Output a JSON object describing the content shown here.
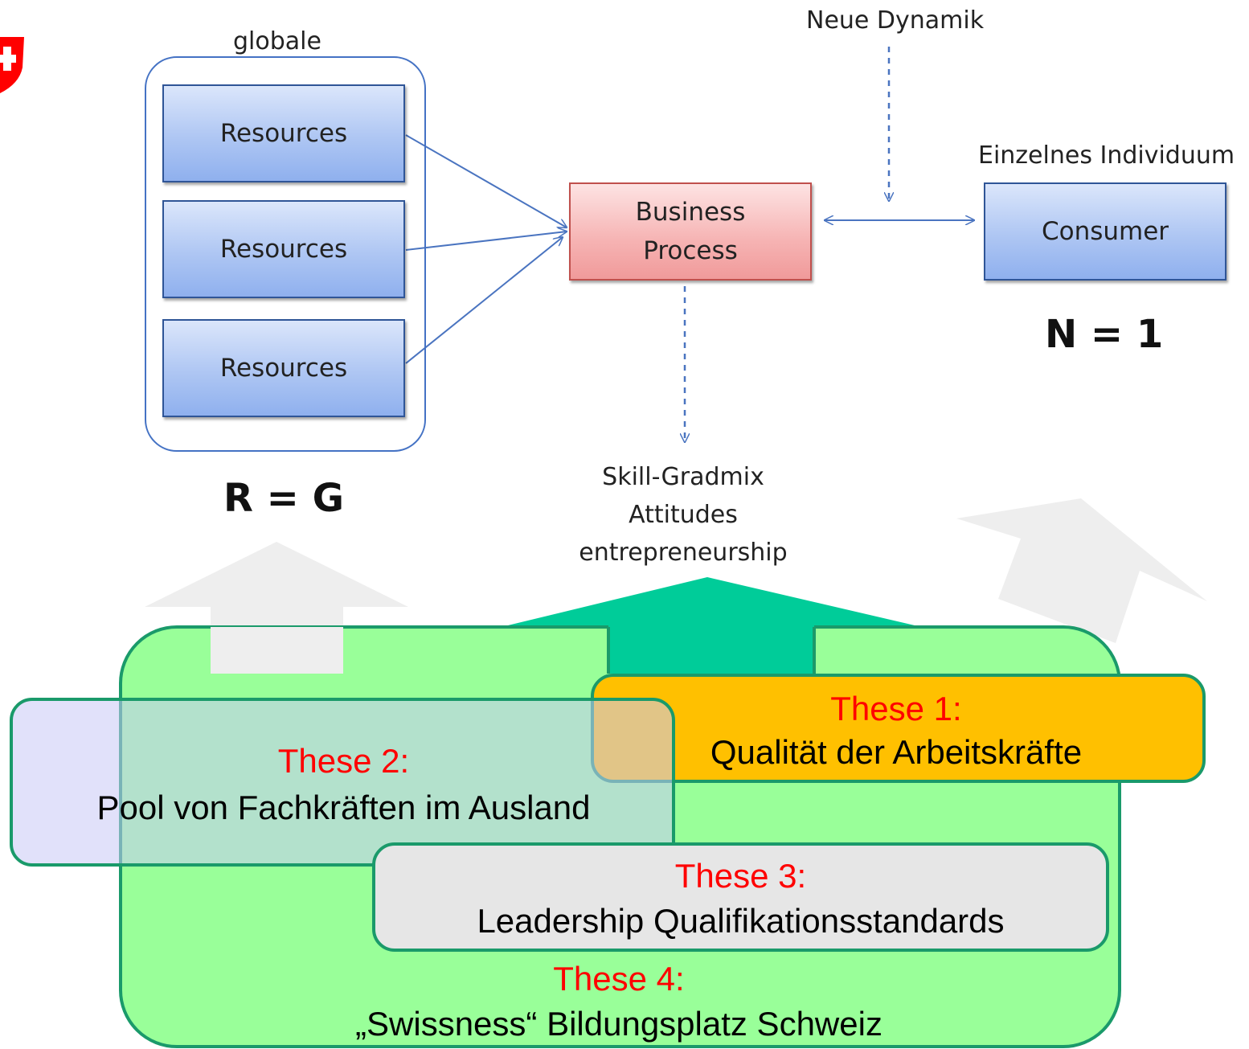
{
  "diagram": {
    "group_label": "globale",
    "resources": [
      "Resources",
      "Resources",
      "Resources"
    ],
    "business_process": [
      "Business",
      "Process"
    ],
    "consumer": "Consumer",
    "neue_dynamik": "Neue Dynamik",
    "einzelnes_individuum": "Einzelnes Individuum",
    "n_equals_1": "N = 1",
    "r_equals_g": "R = G",
    "skills": [
      "Skill-Gradmix",
      "Attitudes",
      "entrepreneurship"
    ]
  },
  "theses": [
    {
      "title": "These 1:",
      "text": "Qualität der Arbeitskräfte"
    },
    {
      "title": "These 2:",
      "text": "Pool von Fachkräften im Ausland"
    },
    {
      "title": "These 3:",
      "text": "Leadership Qualifikationsstandards"
    },
    {
      "title": "These 4:",
      "text": "„Swissness“ Bildungsplatz Schweiz"
    }
  ],
  "colors": {
    "flag_red": "#ff0000",
    "resource_blue": "#aec6f3",
    "process_red": "#f6b3b3",
    "base_green": "#99ff99",
    "arrow_teal": "#00cc99",
    "these1_orange": "#ffc000",
    "these2_lavender": "#dcdcfa",
    "these3_grey": "#e6e6e6",
    "these_title_red": "#ff0000"
  }
}
